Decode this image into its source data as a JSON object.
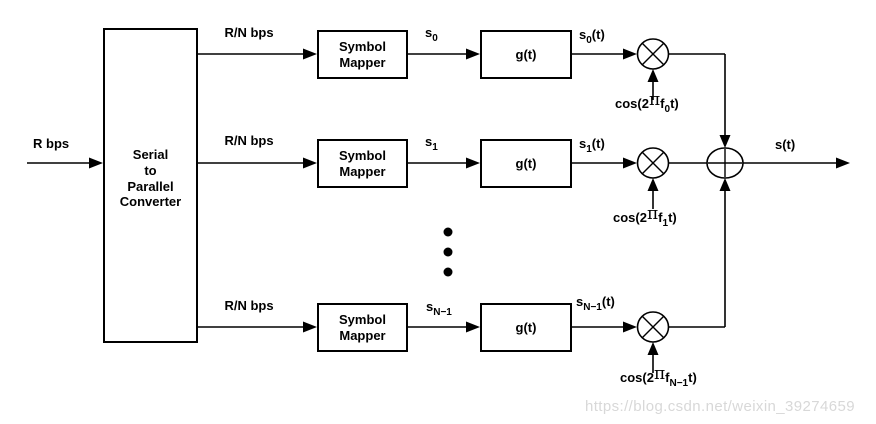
{
  "diagram": {
    "input_label": "R bps",
    "sp_box": {
      "lines": [
        "Serial",
        "to",
        "Parallel",
        "Converter"
      ]
    },
    "symbol_mapper": {
      "line1": "Symbol",
      "line2": "Mapper"
    },
    "filter_label": "g(t)",
    "output_label": "s(t)",
    "rows": [
      {
        "rate": "R/N bps",
        "symbol": {
          "base": "s",
          "sub": "0"
        },
        "signal": {
          "base": "s",
          "sub": "0",
          "suffix": "(t)"
        },
        "carrier": {
          "prefix": "cos(2",
          "pi": "π",
          "f": "f",
          "sub": "0",
          "suffix": "t)"
        }
      },
      {
        "rate": "R/N bps",
        "symbol": {
          "base": "s",
          "sub": "1"
        },
        "signal": {
          "base": "s",
          "sub": "1",
          "suffix": "(t)"
        },
        "carrier": {
          "prefix": "cos(2",
          "pi": "π",
          "f": "f",
          "sub": "1",
          "suffix": "t)"
        }
      },
      {
        "rate": "R/N bps",
        "symbol": {
          "base": "s",
          "sub": "N−1"
        },
        "signal": {
          "base": "s",
          "sub": "N−1",
          "suffix": "(t)"
        },
        "carrier": {
          "prefix": "cos(2",
          "pi": "π",
          "f": "f",
          "sub": "N−1",
          "suffix": "t)"
        }
      }
    ],
    "colors": {
      "line": "#000000",
      "background": "#ffffff",
      "watermark": "#d8d8d8"
    },
    "watermark": "https://blog.csdn.net/weixin_39274659"
  }
}
